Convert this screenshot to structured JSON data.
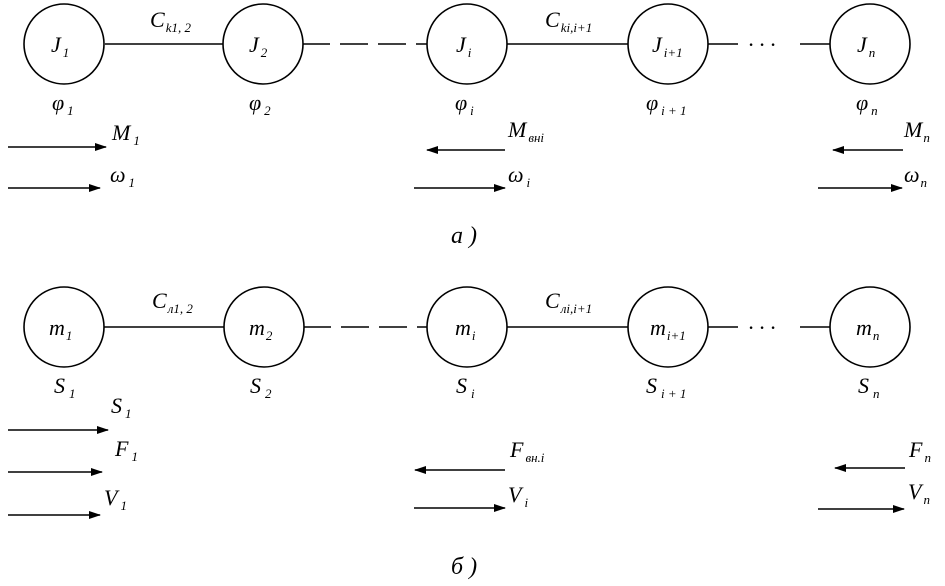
{
  "diagram_a": {
    "nodes": [
      {
        "main": "J",
        "sub": "1",
        "below_main": "φ",
        "below_sub": "1"
      },
      {
        "main": "J",
        "sub": "2",
        "below_main": "φ",
        "below_sub": "2"
      },
      {
        "main": "J",
        "sub": "i",
        "below_main": "φ",
        "below_sub": "i"
      },
      {
        "main": "J",
        "sub": "i+1",
        "below_main": "φ",
        "below_sub": "i + 1"
      },
      {
        "main": "J",
        "sub": "n",
        "below_main": "φ",
        "below_sub": "n"
      }
    ],
    "links": [
      {
        "main": "C",
        "sub": "k1, 2"
      },
      {
        "main": "C",
        "sub": "ki,i+1"
      }
    ],
    "dots": "· · ·",
    "vectors": [
      {
        "main": "M",
        "sub": "1"
      },
      {
        "main": "ω",
        "sub": "1"
      },
      {
        "main": "M",
        "sub": "вні"
      },
      {
        "main": "ω",
        "sub": "i"
      },
      {
        "main": "M",
        "sub": "n"
      },
      {
        "main": "ω",
        "sub": "n"
      }
    ],
    "caption": "а )"
  },
  "diagram_b": {
    "nodes": [
      {
        "main": "m",
        "sub": "1",
        "below_main": "S",
        "below_sub": "1"
      },
      {
        "main": "m",
        "sub": "2",
        "below_main": "S",
        "below_sub": "2"
      },
      {
        "main": "m",
        "sub": "i",
        "below_main": "S",
        "below_sub": "i"
      },
      {
        "main": "m",
        "sub": "i+1",
        "below_main": "S",
        "below_sub": "i + 1"
      },
      {
        "main": "m",
        "sub": "n",
        "below_main": "S",
        "below_sub": "n"
      }
    ],
    "links": [
      {
        "main": "C",
        "sub": "л1, 2"
      },
      {
        "main": "C",
        "sub": "лі,і+1"
      }
    ],
    "dots": "· · ·",
    "vectors": [
      {
        "main": "S",
        "sub": "1"
      },
      {
        "main": "F",
        "sub": "1"
      },
      {
        "main": "V",
        "sub": "1"
      },
      {
        "main": "F",
        "sub": "вн.і"
      },
      {
        "main": "V",
        "sub": "i"
      },
      {
        "main": "F",
        "sub": "n"
      },
      {
        "main": "V",
        "sub": "n"
      }
    ],
    "caption": "б )"
  }
}
